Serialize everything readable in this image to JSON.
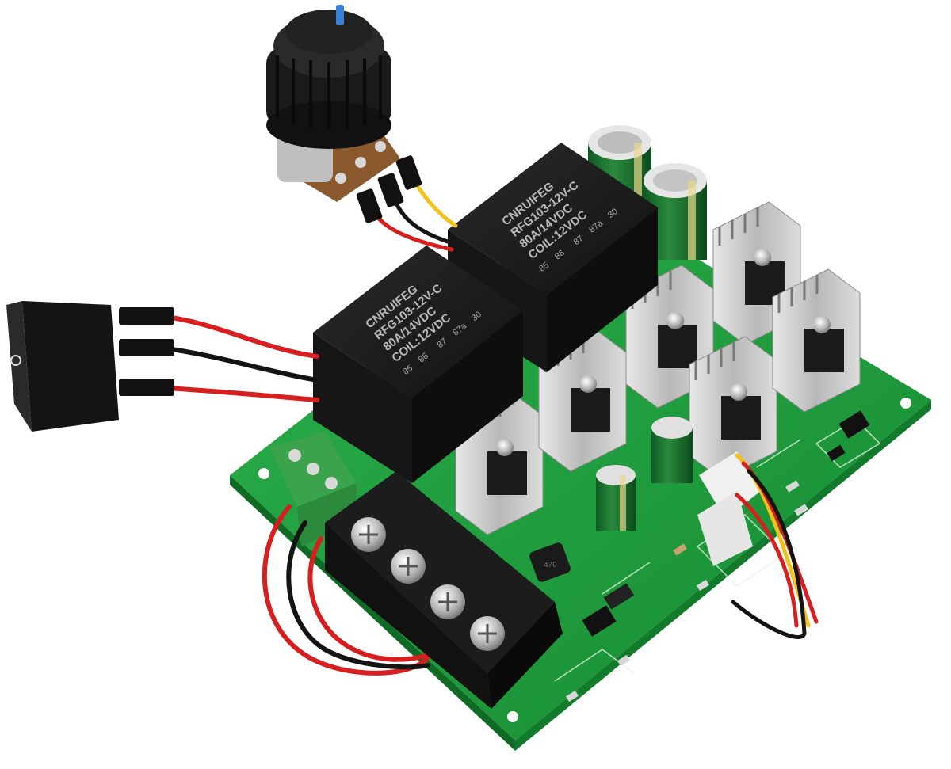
{
  "photo": {
    "subject": "PWM DC motor speed controller board with relays, potentiometer knob and rocker switch",
    "relay_upper": {
      "brand": "CNRUIFEG",
      "model": "RFG103-12V-C",
      "rating": "80A/14VDC",
      "coil": "COIL:12VDC",
      "pins": [
        "85",
        "86",
        "87",
        "87a",
        "30"
      ]
    },
    "relay_lower": {
      "brand": "CNRUIFEG",
      "model": "RFG103-12V-C",
      "rating": "80A/14VDC",
      "coil": "COIL:12VDC",
      "pins": [
        "85",
        "86",
        "87",
        "87a",
        "30"
      ]
    },
    "inductor_label": "470",
    "colors": {
      "pcb": "#1f9a3a",
      "pcb_dark": "#137a2b",
      "relay": "#1b1b1b",
      "terminal_block": "#1c1c1c",
      "screw_terminal": "#3aa34b",
      "heatsink": "#c8c8c8",
      "wire_red": "#d71f1f",
      "wire_black": "#141414",
      "wire_yellow": "#f2c21a",
      "knob": "#1a1a1a",
      "knob_marker": "#3a7fd8"
    }
  }
}
